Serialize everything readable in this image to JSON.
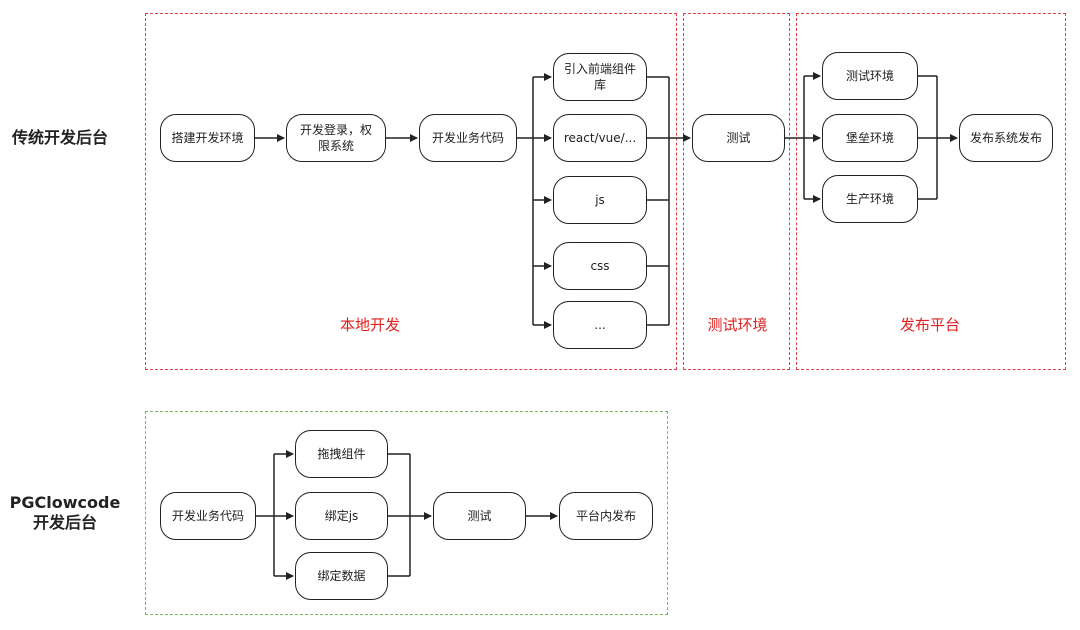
{
  "rows": {
    "traditional": {
      "title": "传统开发后台"
    },
    "pgclowcode": {
      "title_line1": "PGClowcode",
      "title_line2": "开发后台"
    }
  },
  "regions": {
    "local_dev": "本地开发",
    "test_env": "测试环境",
    "publish_platform": "发布平台"
  },
  "traditional_nodes": {
    "setup_env": "搭建开发环境",
    "login_line1": "开发登录，权",
    "login_line2": "限系统",
    "business_code": "开发业务代码",
    "import_lib_line1": "引入前端组件",
    "import_lib_line2": "库",
    "framework": "react/vue/...",
    "js": "js",
    "css": "css",
    "more": "...",
    "test": "测试",
    "test_env": "测试环境",
    "bastion_env": "堡垒环境",
    "prod_env": "生产环境",
    "publish_system": "发布系统发布"
  },
  "pgclowcode_nodes": {
    "business_code": "开发业务代码",
    "drag_component": "拖拽组件",
    "bind_js": "绑定js",
    "bind_data": "绑定数据",
    "test": "测试",
    "publish_in_platform": "平台内发布"
  },
  "colors": {
    "stroke": "#222222",
    "red_region": "#e04040",
    "red_label": "#e02020",
    "green_region": "#6cbf5a"
  }
}
